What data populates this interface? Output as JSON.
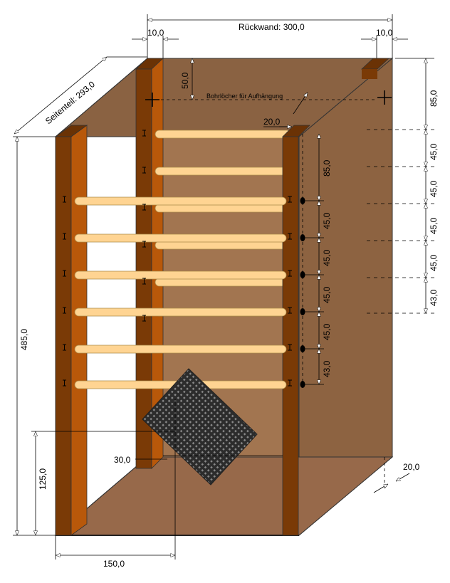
{
  "colors": {
    "panel_light": "#a27550",
    "panel_dark": "#87603e",
    "post_dark": "#7a3a06",
    "post_light": "#b8580a",
    "rod": "#ffd492",
    "mesh": "#333333"
  },
  "labels": {
    "rueckwand": "Rückwand: 300,0",
    "ten_left": "10,0",
    "ten_right": "10,0",
    "seitenteil": "Seitenteil: 293,0",
    "fifty": "50,0",
    "bohrloecher": "Bohrlöcher für Aufhängung",
    "twenty_top": "20,0",
    "eightyfive_right": "85,0",
    "r45a": "45,0",
    "r45b": "45,0",
    "r45c": "45,0",
    "r45d": "45,0",
    "r43": "43,0",
    "eightyfive_inner": "85,0",
    "i45a": "45,0",
    "i45b": "45,0",
    "i45c": "45,0",
    "i45d": "45,0",
    "i43": "43,0",
    "height_485": "485,0",
    "height_125": "125,0",
    "width_150": "150,0",
    "thirty": "30,0",
    "twenty_bottom": "20,0"
  }
}
